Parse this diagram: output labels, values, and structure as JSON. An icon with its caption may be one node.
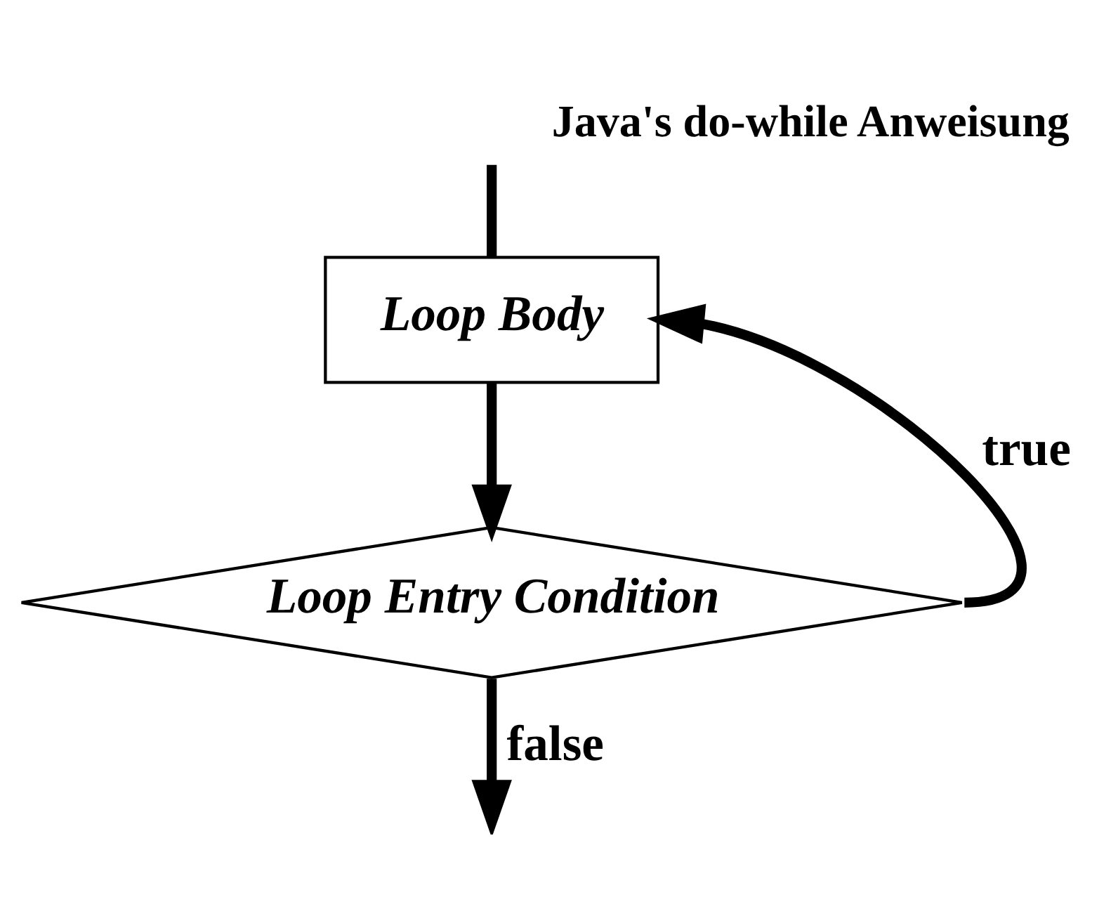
{
  "diagram": {
    "title": "Java's do-while Anweisung",
    "nodes": [
      {
        "text": [
          "Loop Body"
        ]
      },
      {
        "text": [
          "Loop Entry Condition"
        ]
      }
    ],
    "edges": [
      {
        "from": null,
        "to": 0,
        "arrow": "none"
      },
      {
        "from": 0,
        "to": 1,
        "arrow": "to"
      },
      {
        "from": 1,
        "to": 0,
        "arrow": "to",
        "label": "true"
      },
      {
        "from": 1,
        "to": null,
        "arrow": "to",
        "label": "false"
      }
    ]
  }
}
